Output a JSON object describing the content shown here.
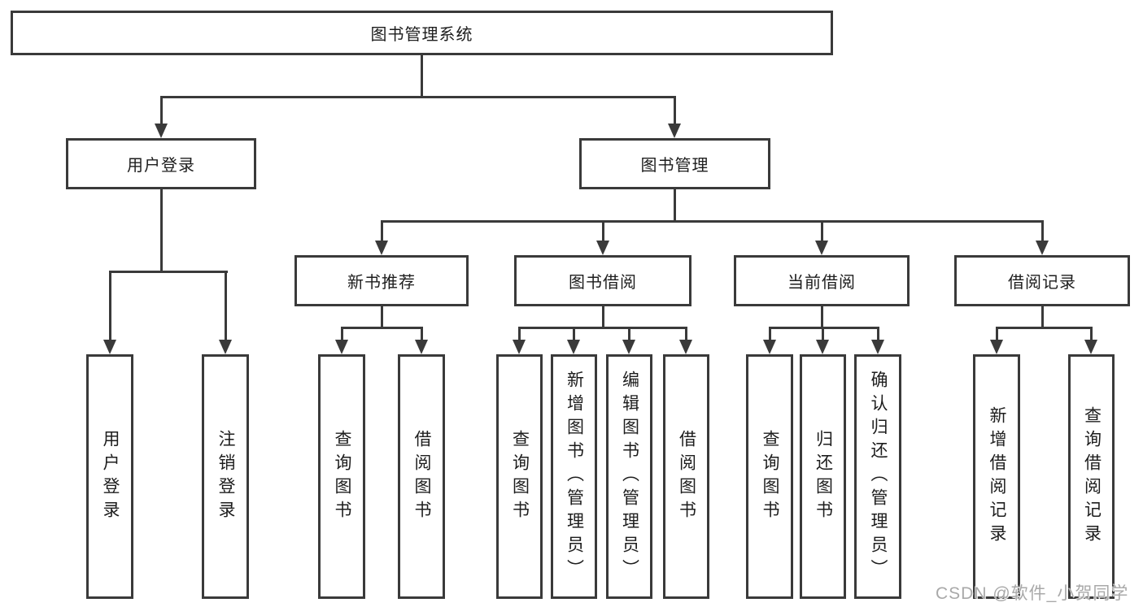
{
  "diagram": {
    "root": {
      "label": "图书管理系统"
    },
    "level2": [
      {
        "label": "用户登录"
      },
      {
        "label": "图书管理"
      }
    ],
    "level3": [
      {
        "label": "新书推荐"
      },
      {
        "label": "图书借阅"
      },
      {
        "label": "当前借阅"
      },
      {
        "label": "借阅记录"
      }
    ],
    "leaves": [
      {
        "group": "用户登录",
        "label": "用户登录"
      },
      {
        "group": "用户登录",
        "label": "注销登录"
      },
      {
        "group": "新书推荐",
        "label": "查询图书"
      },
      {
        "group": "新书推荐",
        "label": "借阅图书"
      },
      {
        "group": "图书借阅",
        "label": "查询图书"
      },
      {
        "group": "图书借阅",
        "label": "新增图书（管理员）"
      },
      {
        "group": "图书借阅",
        "label": "编辑图书（管理员）"
      },
      {
        "group": "图书借阅",
        "label": "借阅图书"
      },
      {
        "group": "当前借阅",
        "label": "查询图书"
      },
      {
        "group": "当前借阅",
        "label": "归还图书"
      },
      {
        "group": "当前借阅",
        "label": "确认归还（管理员）"
      },
      {
        "group": "借阅记录",
        "label": "新增借阅记录"
      },
      {
        "group": "借阅记录",
        "label": "查询借阅记录"
      }
    ],
    "watermark": "CSDN @软件_小贺同学",
    "colors": {
      "line": "#3a3a3a",
      "box_border": "#3a3a3a",
      "text": "#1d1d1d",
      "background": "#ffffff",
      "watermark": "#a9a9a9"
    }
  }
}
